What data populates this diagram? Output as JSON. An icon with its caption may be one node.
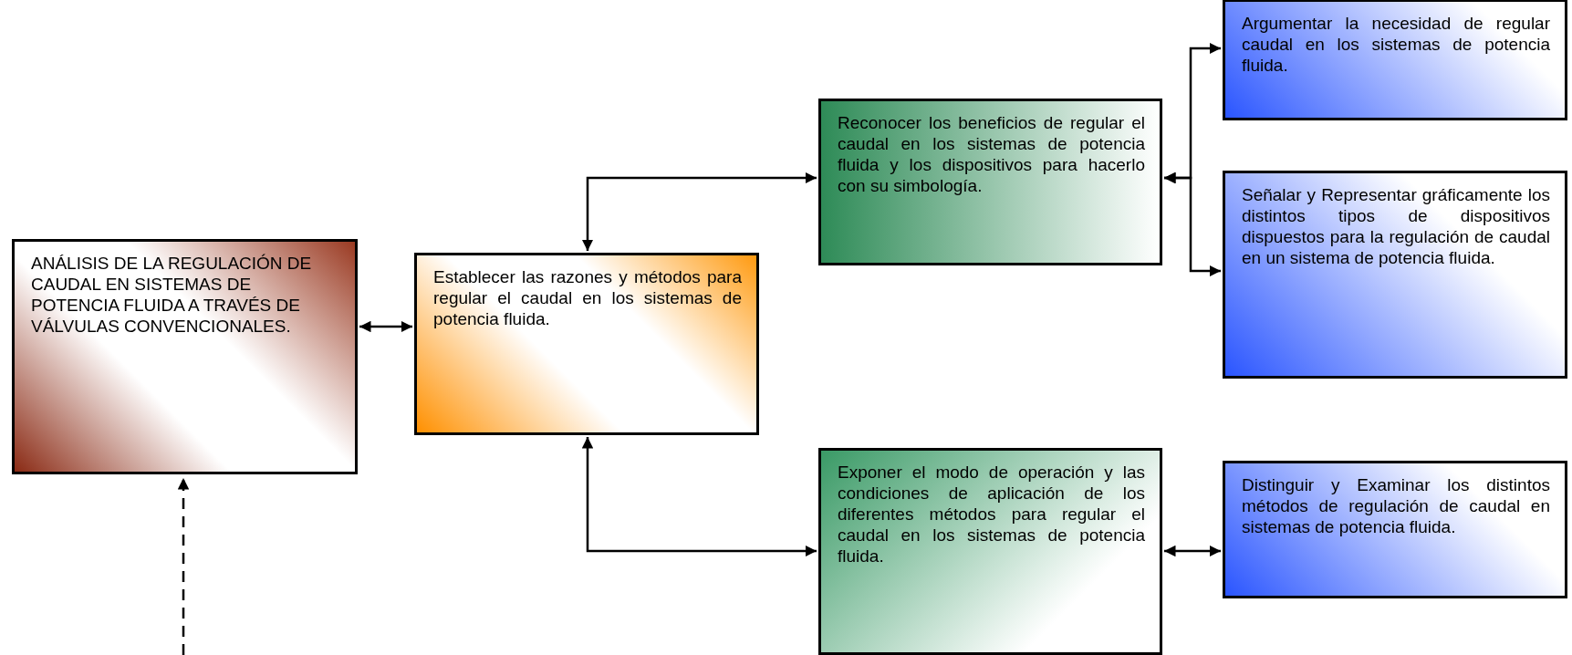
{
  "diagram": {
    "nodes": [
      {
        "text": [
          "ANÁLISIS DE LA REGULACIÓN DE CAUDAL EN SISTEMAS DE POTENCIA FLUIDA A TRAVÉS DE VÁLVULAS CONVENCIONALES."
        ]
      },
      {
        "text": [
          "Establecer las razones y métodos para  regular el caudal en los sistemas de potencia fluida."
        ]
      },
      {
        "text": [
          "Reconocer los beneficios de regular el caudal en los sistemas de potencia fluida y los dispositivos para hacerlo con su simbología."
        ]
      },
      {
        "text": [
          "Argumentar la necesidad de regular caudal en los sistemas de potencia fluida."
        ]
      },
      {
        "text": [
          "Señalar y Representar gráficamente los distintos tipos de dispositivos dispuestos para la regulación de caudal en un sistema de potencia fluida."
        ]
      },
      {
        "text": [
          "Exponer el modo de operación y las condiciones de aplicación de los diferentes métodos para regular el caudal en los sistemas de potencia fluida."
        ]
      },
      {
        "text": [
          "Distinguir y Examinar los distintos métodos de regulación de caudal en sistemas de potencia fluida."
        ]
      }
    ],
    "edges": [
      {
        "from": 0,
        "to": 1,
        "arrow": "both"
      },
      {
        "from": 1,
        "to": 2,
        "arrow": "both"
      },
      {
        "from": 1,
        "to": 5,
        "arrow": "both"
      },
      {
        "from": 2,
        "to": 3,
        "arrow": "both"
      },
      {
        "from": 2,
        "to": 4,
        "arrow": "both"
      },
      {
        "from": 5,
        "to": 6,
        "arrow": "both"
      },
      {
        "from": null,
        "to": 0,
        "arrow": "to",
        "style": "dashed"
      }
    ]
  }
}
